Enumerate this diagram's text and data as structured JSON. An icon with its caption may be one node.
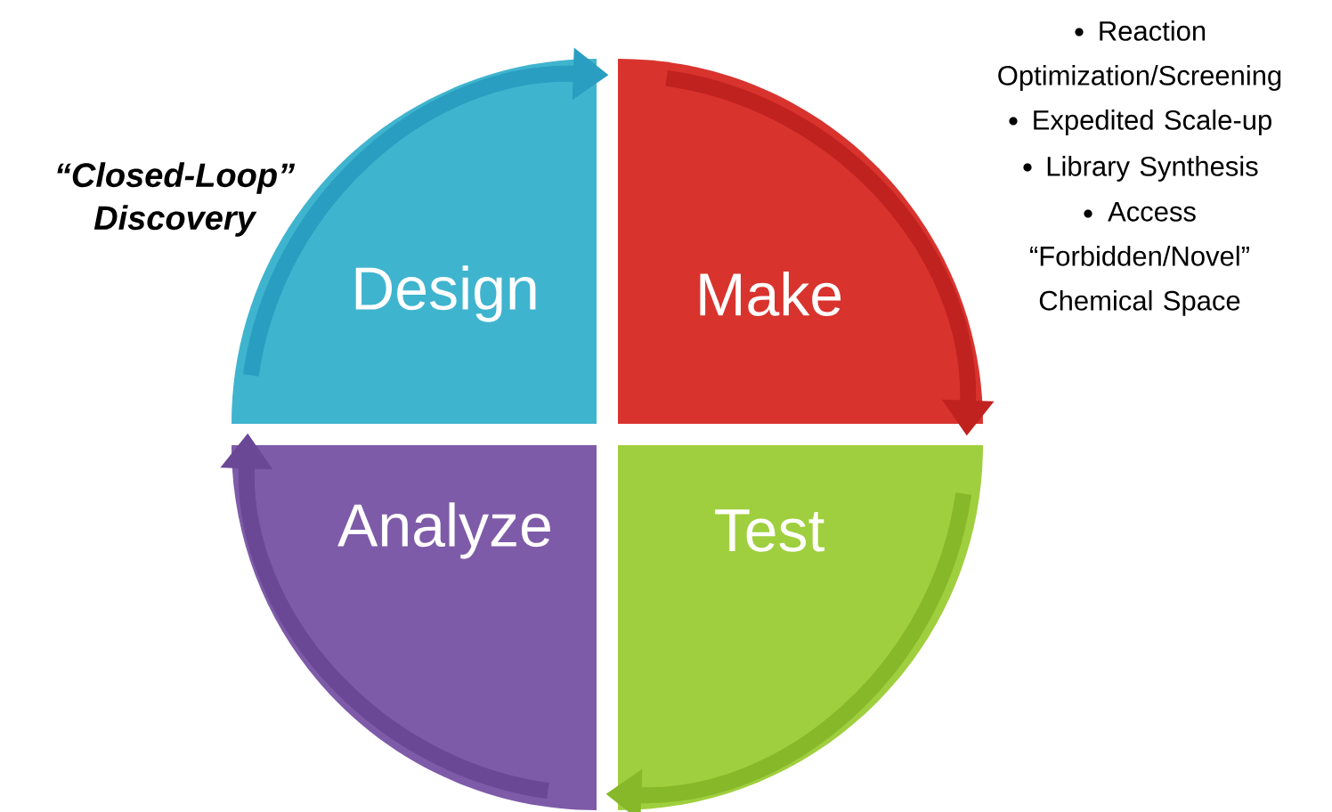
{
  "diagram": {
    "nodes": [
      {
        "text": [
          "Design"
        ]
      },
      {
        "text": [
          "Make"
        ]
      },
      {
        "text": [
          "Test"
        ]
      },
      {
        "text": [
          "Analyze"
        ]
      }
    ],
    "edges": [
      {
        "from": 0,
        "to": 1,
        "arrow": "to",
        "color": "#2a9ec0"
      },
      {
        "from": 1,
        "to": 2,
        "arrow": "to",
        "color": "#c0231f"
      },
      {
        "from": 2,
        "to": 3,
        "arrow": "to",
        "color": "#86b82a"
      },
      {
        "from": 3,
        "to": 0,
        "arrow": "to",
        "color": "#6a4896"
      }
    ],
    "labels": [
      "“Closed-Loop” Discovery",
      "Reaction Optimization/Screening",
      "Expedited Scale-up",
      "Library Synthesis",
      "Access “Forbidden/Novel” Chemical Space"
    ]
  }
}
